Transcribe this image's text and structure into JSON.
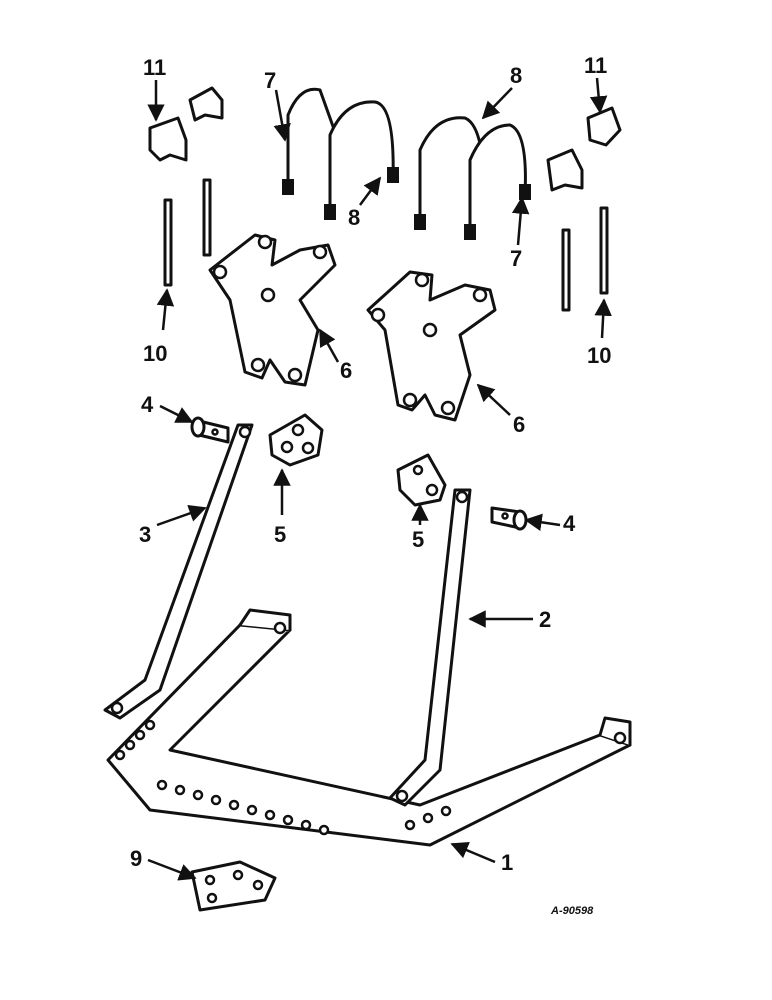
{
  "callouts": {
    "c1": "1",
    "c2": "2",
    "c3": "3",
    "c4_left": "4",
    "c4_right": "4",
    "c5_left": "5",
    "c5_right": "5",
    "c6_left": "6",
    "c6_right": "6",
    "c7_left": "7",
    "c7_right": "7",
    "c8_left": "8",
    "c8_right": "8",
    "c9": "9",
    "c10_left": "10",
    "c10_right": "10",
    "c11_left": "11",
    "c11_right": "11"
  },
  "reference_code": "A-90598",
  "colors": {
    "ink": "#111111",
    "paper": "#ffffff"
  }
}
